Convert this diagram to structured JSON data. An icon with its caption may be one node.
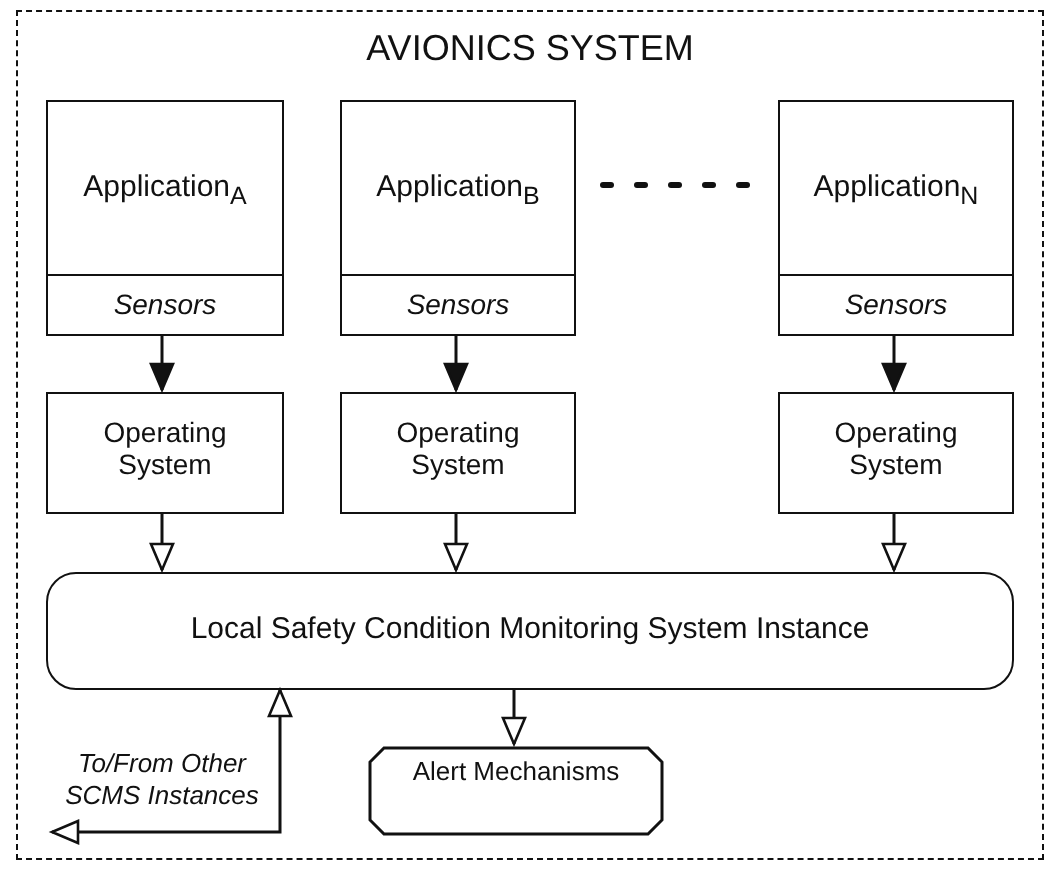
{
  "diagram": {
    "nodes": [
      {
        "text": [
          "AVIONICS SYSTEM"
        ]
      },
      {
        "text": [
          "Application$_{A}$",
          "Sensors"
        ],
        "in": 0
      },
      {
        "text": [
          "Application$_{B}$",
          "Sensors"
        ],
        "in": 0
      },
      {
        "text": [
          "Application$_{N}$",
          "Sensors"
        ],
        "in": 0
      },
      {
        "text": [
          "Operating System"
        ],
        "in": 0
      },
      {
        "text": [
          "Operating System"
        ],
        "in": 0
      },
      {
        "text": [
          "Operating System"
        ],
        "in": 0
      },
      {
        "text": [
          "Local Safety Condition Monitoring System Instance"
        ],
        "in": 0
      },
      {
        "text": [
          "Alert Mechanisms"
        ],
        "in": 0
      }
    ],
    "edges": [
      {
        "from": 1,
        "to": 4,
        "arrow": "to"
      },
      {
        "from": 2,
        "to": 5,
        "arrow": "to"
      },
      {
        "from": 3,
        "to": 6,
        "arrow": "to"
      },
      {
        "from": 4,
        "to": 7,
        "arrow": "to"
      },
      {
        "from": 5,
        "to": 7,
        "arrow": "to"
      },
      {
        "from": 6,
        "to": 7,
        "arrow": "to"
      },
      {
        "from": 7,
        "to": 8,
        "arrow": "to"
      },
      {
        "from": null,
        "to": 7,
        "arrow": "both",
        "label": "To/From Other SCMS Instances"
      }
    ]
  }
}
